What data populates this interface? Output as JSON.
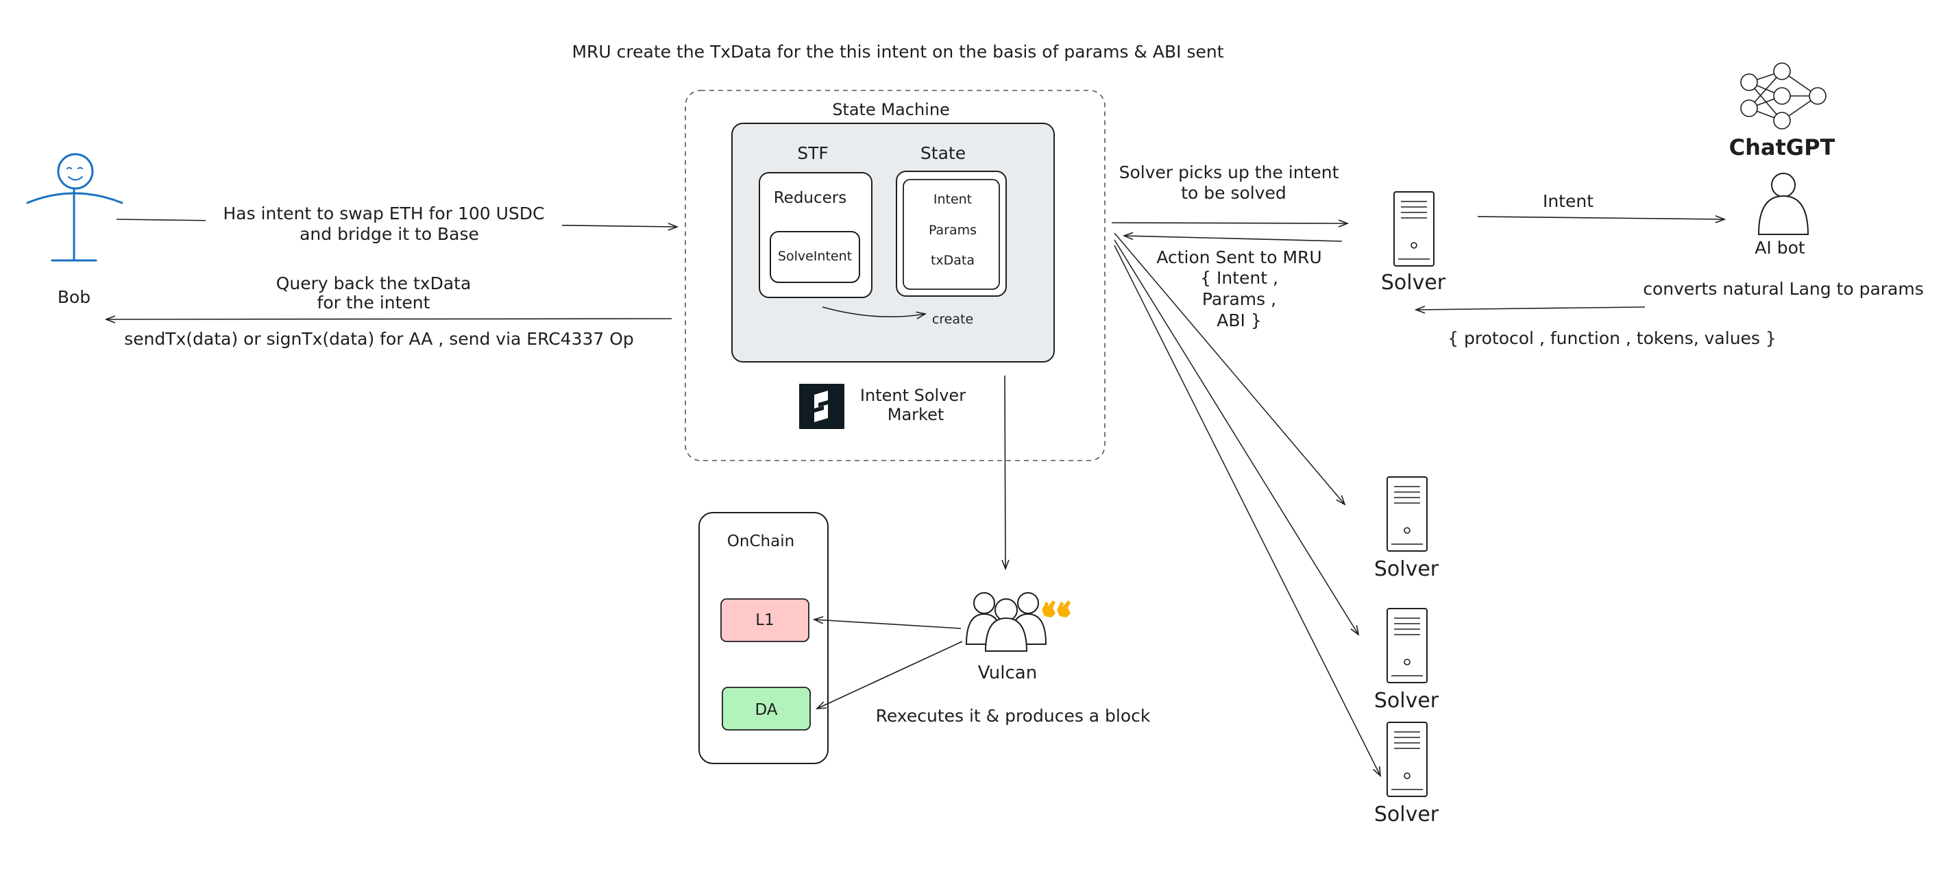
{
  "header": {
    "note": "MRU create the TxData for the this intent on the basis of params & ABI sent"
  },
  "actors": {
    "bob": "Bob",
    "ai_bot": "AI bot",
    "chatgpt": "ChatGPT",
    "vulcan": "Vulcan"
  },
  "state_machine": {
    "title": "State Machine",
    "stf_title": "STF",
    "state_title": "State",
    "reducers_title": "Reducers",
    "solve_intent": "SolveIntent",
    "state_items": [
      "Intent",
      "Params",
      "txData"
    ],
    "create_label": "create",
    "market_line1": "Intent Solver",
    "market_line2": "Market"
  },
  "onchain": {
    "title": "OnChain",
    "l1": "L1",
    "da": "DA"
  },
  "solvers": [
    "Solver",
    "Solver",
    "Solver",
    "Solver"
  ],
  "edge_labels": {
    "bob_intent_1": "Has intent to swap ETH for 100 USDC",
    "bob_intent_2": "and bridge it to Base",
    "query_back_1": "Query back the txData",
    "query_back_2": "for the intent",
    "send_tx": "sendTx(data) or signTx(data) for AA , send via ERC4337 Op",
    "solver_picks_1": "Solver picks up the intent",
    "solver_picks_2": "to be solved",
    "action_sent_1": "Action Sent to MRU",
    "action_sent_2": "{ Intent ,",
    "action_sent_3": "Params ,",
    "action_sent_4": "ABI }",
    "intent": "Intent",
    "converts": "converts natural Lang to params",
    "params_obj": "{ protocol , function , tokens, values }",
    "rexecutes": "Rexecutes it & produces a block"
  },
  "colors": {
    "stroke": "#1e1e1e",
    "bob_blue": "#1971c2",
    "sm_fill": "#e9ecef",
    "l1_fill": "#ffc9c9",
    "da_fill": "#b2f2bb",
    "logo_bg": "#111b22",
    "clap": "#fab005"
  },
  "icons": [
    "stick-figure-icon",
    "server-icon",
    "neural-network-icon",
    "person-icon",
    "group-icon",
    "clapping-hands-icon",
    "stackr-logo-icon"
  ]
}
